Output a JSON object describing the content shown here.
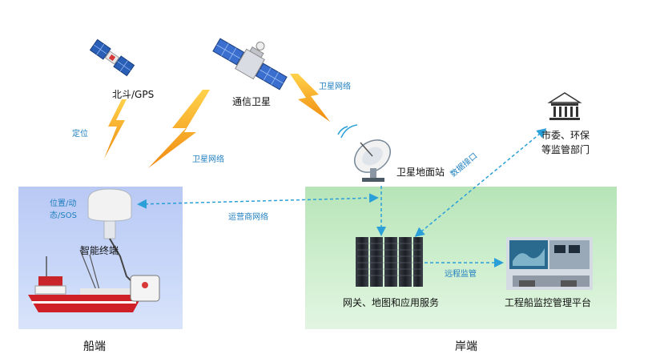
{
  "labels": {
    "beidou": "北斗/GPS",
    "comm_sat": "通信卫星",
    "positioning": "定位",
    "sat_net_left": "卫星网络",
    "sat_net_right": "卫星网络",
    "ground_station": "卫星地面站",
    "data_interface": "数据接口",
    "gov_line1": "市委、环保",
    "gov_line2": "等监管部门",
    "pos_line1": "位置/动",
    "pos_line2": "态/SOS",
    "operator_net": "运营商网络",
    "terminal": "智能终端",
    "remote_monitor": "远程监管",
    "gateway": "网关、地图和应用服务",
    "platform": "工程船监控管理平台",
    "ship_end": "船端",
    "shore_end": "岸端"
  },
  "colors": {
    "ship_panel": "#c2d1f6",
    "shore_panel": "#c6ebc6",
    "arrow": "#2a9fd8",
    "lightning": "#f2a81c",
    "label_blue": "#1f7fc0"
  },
  "icons": [
    "beidou-satellite-icon",
    "comm-satellite-icon",
    "lightning-icon",
    "satellite-dish-icon",
    "government-building-icon",
    "gps-antenna-icon",
    "ship-icon",
    "server-rack-icon",
    "video-wall-icon"
  ]
}
